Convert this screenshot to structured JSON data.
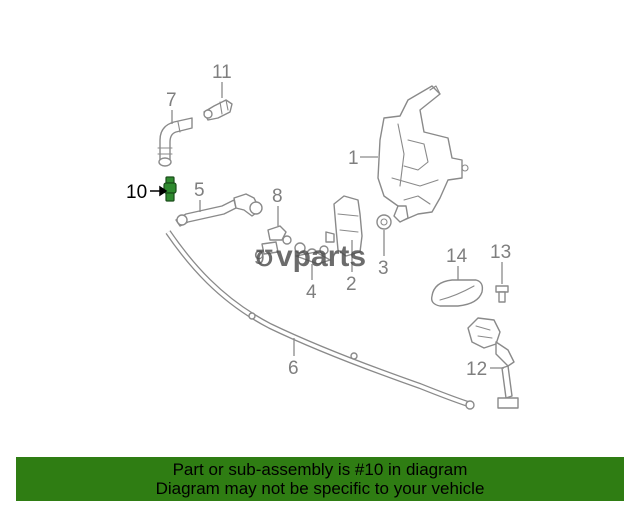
{
  "callouts": {
    "c1": "1",
    "c2": "2",
    "c3": "3",
    "c4": "4",
    "c5": "5",
    "c6": "6",
    "c7": "7",
    "c8": "8",
    "c9": "9",
    "c10": "10",
    "c11": "11",
    "c12": "12",
    "c13": "13",
    "c14": "14"
  },
  "highlighted_part": "10",
  "watermark": {
    "prefix": "℧",
    "text": "vparts"
  },
  "banner": {
    "line1": "Part or sub-assembly is #10 in diagram",
    "line2": "Diagram may not be specific to your vehicle"
  },
  "colors": {
    "banner": "#2f7d13",
    "highlight": "#2f8a2f",
    "lines": "#8a8a8a"
  }
}
